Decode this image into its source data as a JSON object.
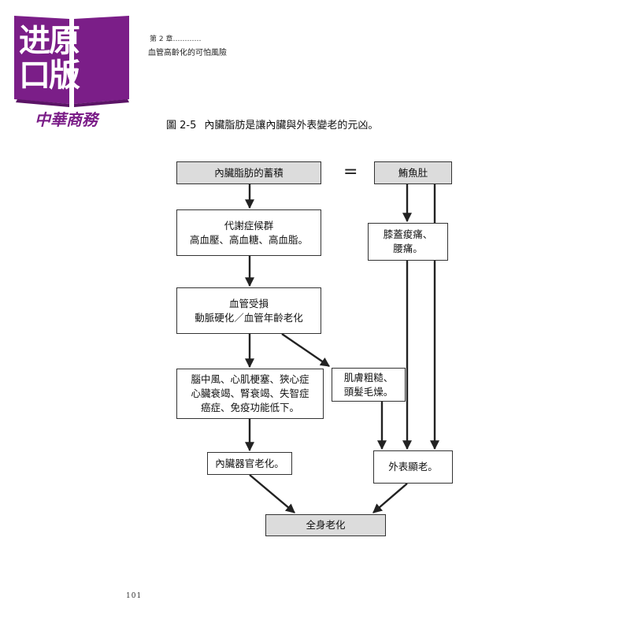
{
  "logo": {
    "line1": "进原",
    "line2": "口版",
    "subtitle": "中華商務",
    "color": "#7b1e88"
  },
  "header": {
    "chapter": "第 2 章…………",
    "chapter_title": "血管高齡化的可怕風險"
  },
  "figure": {
    "number": "圖 2-5",
    "caption": "內臟脂肪是讓內臟與外表變老的元凶。"
  },
  "diagram": {
    "equals": "=",
    "nodes": {
      "visceral_fat": [
        "內臟脂肪的蓄積"
      ],
      "belly": [
        "鮪魚肚"
      ],
      "metabolic": [
        "代謝症候群",
        "高血壓、高血糖、高血脂。"
      ],
      "knee": [
        "膝蓋痠痛、",
        "腰痛。"
      ],
      "vascular": [
        "血管受損",
        "動脈硬化／血管年齡老化"
      ],
      "diseases": [
        "腦中風、心肌梗塞、狹心症",
        "心臟衰竭、腎衰竭、失智症",
        "癌症、免疫功能低下。"
      ],
      "skin": [
        "肌膚粗糙、",
        "頭髮毛燥。"
      ],
      "organ_aging": [
        "內臟器官老化。"
      ],
      "appearance": [
        "外表顯老。"
      ],
      "whole_body": [
        "全身老化"
      ]
    }
  },
  "footer": {
    "page_number": "101"
  }
}
